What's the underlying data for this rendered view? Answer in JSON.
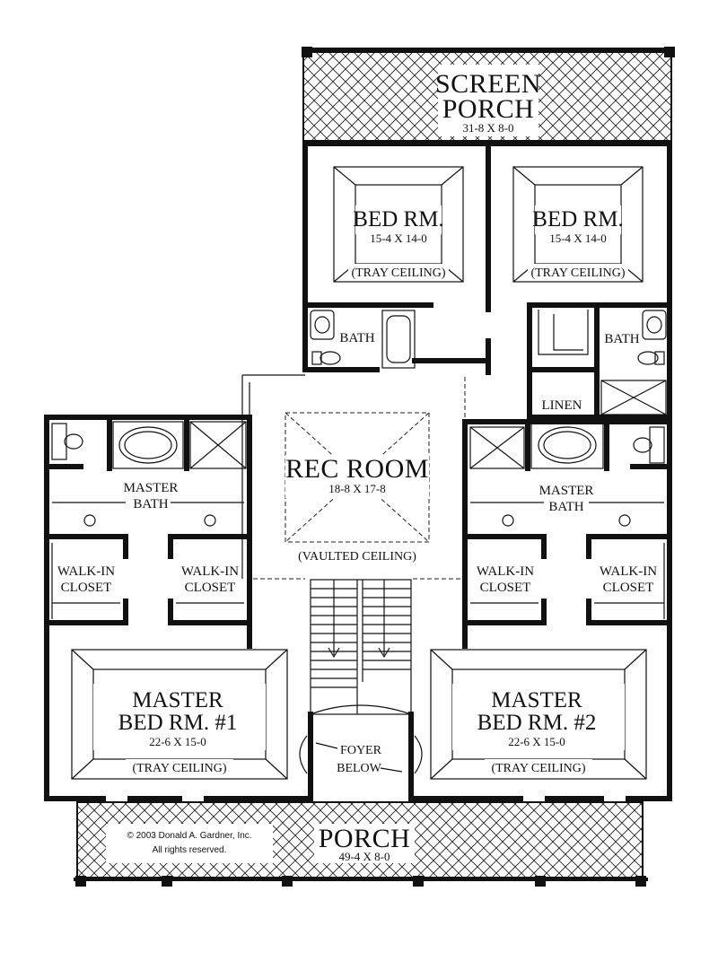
{
  "plan": {
    "screen_porch": {
      "name_line1": "SCREEN",
      "name_line2": "PORCH",
      "dims": "31-8 X 8-0"
    },
    "bedroom_left": {
      "name": "BED RM.",
      "dims": "15-4 X 14-0",
      "ceiling": "(TRAY CEILING)"
    },
    "bedroom_right": {
      "name": "BED RM.",
      "dims": "15-4 X 14-0",
      "ceiling": "(TRAY CEILING)"
    },
    "bath_left": {
      "name": "BATH"
    },
    "bath_right": {
      "name": "BATH"
    },
    "linen": {
      "name": "LINEN"
    },
    "rec_room": {
      "name": "REC ROOM",
      "dims": "18-8 X 17-8",
      "ceiling": "(VAULTED CEILING)"
    },
    "master_bath_left": {
      "name_line1": "MASTER",
      "name_line2": "BATH"
    },
    "master_bath_right": {
      "name_line1": "MASTER",
      "name_line2": "BATH"
    },
    "closets": [
      {
        "line1": "WALK-IN",
        "line2": "CLOSET"
      },
      {
        "line1": "WALK-IN",
        "line2": "CLOSET"
      },
      {
        "line1": "WALK-IN",
        "line2": "CLOSET"
      },
      {
        "line1": "WALK-IN",
        "line2": "CLOSET"
      }
    ],
    "master_bed_1": {
      "name_line1": "MASTER",
      "name_line2": "BED RM. #1",
      "dims": "22-6 X 15-0",
      "ceiling": "(TRAY CEILING)"
    },
    "master_bed_2": {
      "name_line1": "MASTER",
      "name_line2": "BED RM. #2",
      "dims": "22-6 X 15-0",
      "ceiling": "(TRAY CEILING)"
    },
    "foyer": {
      "line1": "FOYER",
      "line2": "BELOW"
    },
    "porch": {
      "name": "PORCH",
      "dims": "49-4 X 8-0"
    },
    "copyright": {
      "line1": "© 2003 Donald A. Gardner, Inc.",
      "line2": "All rights reserved."
    }
  }
}
